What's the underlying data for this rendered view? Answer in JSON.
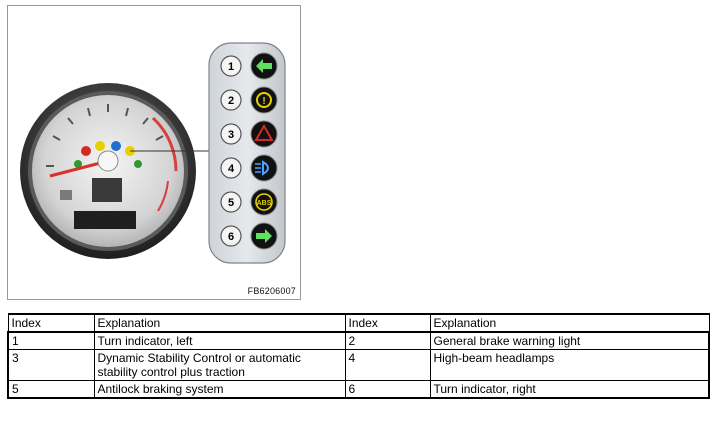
{
  "figure": {
    "code": "FB6206007",
    "indicators": [
      {
        "index": "1",
        "icon": "turn-left-arrow-icon",
        "color": "#2e9a2e"
      },
      {
        "index": "2",
        "icon": "brake-warning-icon",
        "color": "#e8d000"
      },
      {
        "index": "3",
        "icon": "dsc-triangle-icon",
        "color": "#d52b1e"
      },
      {
        "index": "4",
        "icon": "high-beam-icon",
        "color": "#1e6fd0"
      },
      {
        "index": "5",
        "icon": "abs-icon",
        "color": "#e8d000"
      },
      {
        "index": "6",
        "icon": "turn-right-arrow-icon",
        "color": "#2e9a2e"
      }
    ]
  },
  "table": {
    "headers": [
      "Index",
      "Explanation",
      "Index",
      "Explanation"
    ],
    "rows": [
      [
        "1",
        "Turn indicator, left",
        "2",
        "General brake warning light"
      ],
      [
        "3",
        "Dynamic Stability Control or automatic stability control plus traction",
        "4",
        "High-beam headlamps"
      ],
      [
        "5",
        "Antilock braking system",
        "6",
        "Turn indicator, right"
      ]
    ]
  }
}
